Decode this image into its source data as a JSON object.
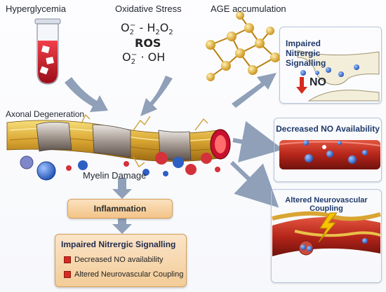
{
  "labels": {
    "hyperglycemia": "Hyperglycemia",
    "oxidative_stress": "Oxidative Stress",
    "age_accumulation": "AGE accumulation",
    "axonal_degeneration": "Axonal Degeneration",
    "myelin_damage": "Myelin Damage"
  },
  "ros": {
    "line1_a": "O",
    "line1_a_sub": "2",
    "line1_a_sup": "−",
    "line1_sep": " - ",
    "line1_b": "H",
    "line1_b_sub": "2",
    "line1_c": "O",
    "line1_c_sub": "2",
    "center": "ROS",
    "line3_a": "O",
    "line3_a_sub": "2",
    "line3_a_sup": "−",
    "line3_b": "· OH"
  },
  "boxes": {
    "inflammation": "Inflammation",
    "summary_title": "Impaired Nitrergic Signalling",
    "summary_items": [
      "Decreased NO availability",
      "Altered Neurovascular Coupling"
    ]
  },
  "panels": {
    "nitrergic": {
      "title": "Impaired Nitrergic Signalling",
      "no_label": "NO"
    },
    "no_availability": {
      "title": "Decreased NO Availability"
    },
    "neurovascular": {
      "title": "Altered Neurovascular Coupling"
    }
  },
  "colors": {
    "blood_red": "#c8102e",
    "box_orange": "#f7d3a6",
    "panel_blue": "#dfe8f6",
    "arrow_gray": "#8fa0b8"
  }
}
